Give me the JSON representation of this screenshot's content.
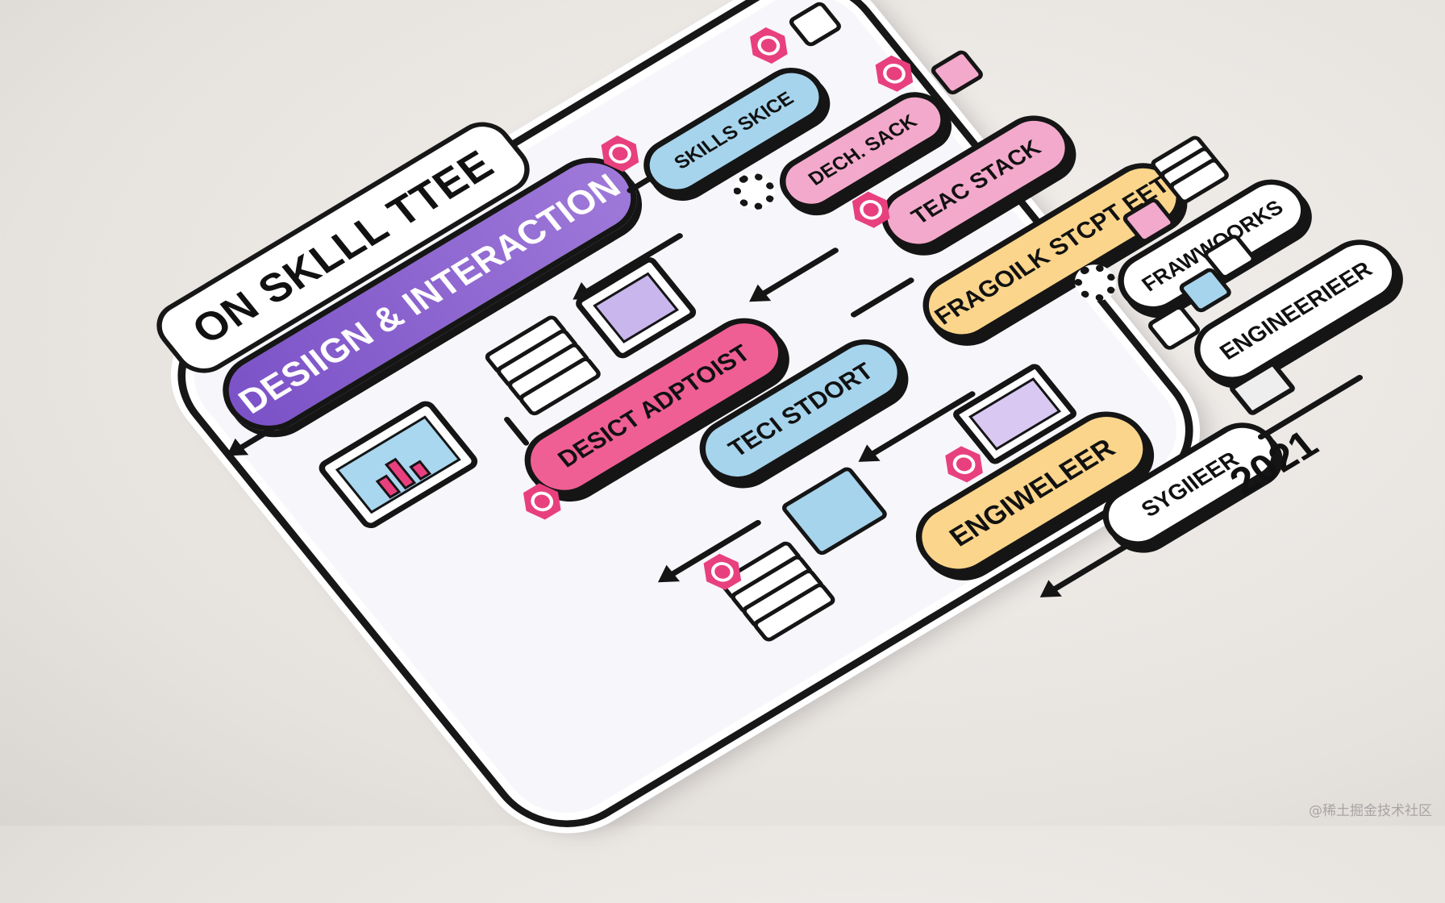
{
  "title": "ON SKLLL TTEE",
  "nodes": {
    "design_interaction": "DESIIGN & INTERACTION",
    "skills_skice": "SKILLS SKICE",
    "dech_sack": "DECH. SACK",
    "teac_stack": "TEAC STACK",
    "desict_adptoist": "DESICT ADPTOIST",
    "teci_stdort": "TECI STDORT",
    "fragoilk": "FRAGOILK STCPT EET",
    "framwoorks": "FRAWWOORKS",
    "engineerieer": "ENGINEERIEER",
    "engiweleer": "ENGIWELEER",
    "sygiieer": "SYGIIEER"
  },
  "year": "2021",
  "watermark": "@稀土掘金技术社区",
  "colors": {
    "purple": "#7b52c7",
    "blue": "#a6d4ec",
    "pink": "#f3a9cb",
    "hot_pink": "#ef5f94",
    "yellow": "#fbd58b",
    "outline": "#151515"
  },
  "icons": [
    "gear-icon",
    "monitor-icon",
    "server-stack-icon",
    "chart-icon",
    "laptop-icon",
    "hexagon-icon",
    "hand-icon",
    "plug-icon",
    "layers-icon"
  ]
}
